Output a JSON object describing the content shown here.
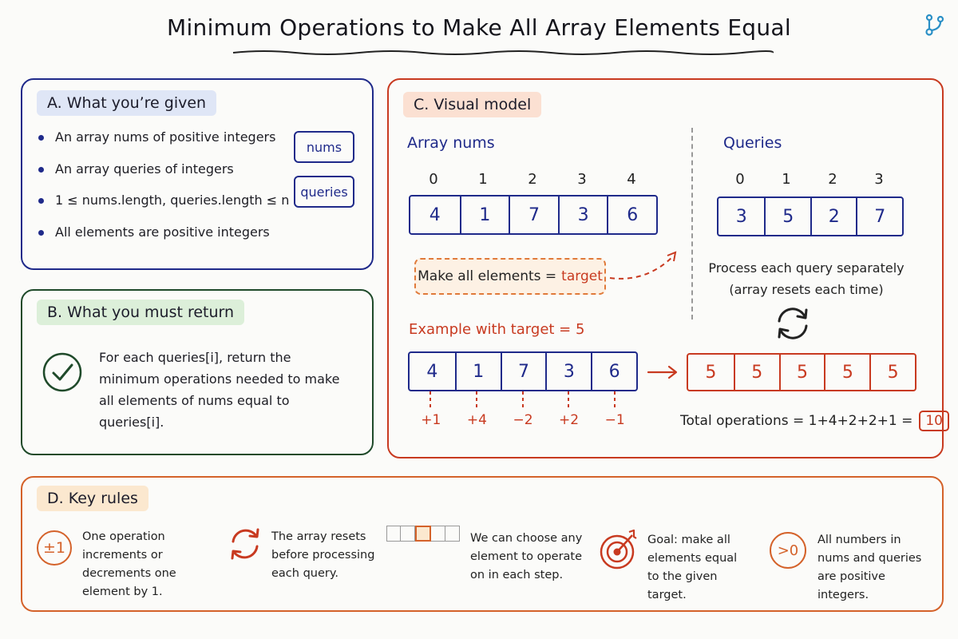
{
  "title": "Minimum Operations to Make All Array Elements Equal",
  "colors": {
    "navy": "#1f2a8a",
    "green": "#1f4a2a",
    "red": "#c83a20",
    "orange": "#d4622a"
  },
  "section_a": {
    "tag": "A. What you’re given",
    "bullets": [
      "An array nums of positive integers",
      "An array queries of integers",
      "1 ≤ nums.length, queries.length ≤ n",
      "All elements are positive integers"
    ],
    "chips": [
      "nums",
      "queries"
    ]
  },
  "section_b": {
    "tag": "B. What you must return",
    "text": "For each queries[i], return the minimum operations needed to make all elements of nums equal to queries[i].",
    "icon": "checkmark-circle-icon"
  },
  "section_c": {
    "tag": "C. Visual model",
    "array_title": "Array nums",
    "array_indices": [
      "0",
      "1",
      "2",
      "3",
      "4"
    ],
    "array_values": [
      "4",
      "1",
      "7",
      "3",
      "6"
    ],
    "queries_title": "Queries",
    "query_indices": [
      "0",
      "1",
      "2",
      "3"
    ],
    "query_values": [
      "3",
      "5",
      "2",
      "7"
    ],
    "target_label": "Make all elements =",
    "target_word": "target",
    "process_note": "Process each query separately (array resets each time)",
    "example_title": "Example with target = 5",
    "example_values": [
      "4",
      "1",
      "7",
      "3",
      "6"
    ],
    "result_values": [
      "5",
      "5",
      "5",
      "5",
      "5"
    ],
    "ops": [
      "+1",
      "+4",
      "−2",
      "+2",
      "−1"
    ],
    "total_label": "Total operations = 1+4+2+2+1 =",
    "total_value": "10"
  },
  "section_d": {
    "tag": "D. Key rules",
    "rules": [
      {
        "icon": "plus-minus-one-icon",
        "badge": "±1",
        "text": "One operation increments or decrements one element by 1."
      },
      {
        "icon": "reset-arrows-icon",
        "text": "The array resets before processing each query."
      },
      {
        "icon": "array-select-icon",
        "text": "We can choose any element to operate on in each step."
      },
      {
        "icon": "target-icon",
        "text": "Goal: make all elements equal to the given target."
      },
      {
        "icon": "greater-than-zero-icon",
        "badge": ">0",
        "text": "All numbers in nums and queries are positive integers."
      }
    ]
  }
}
